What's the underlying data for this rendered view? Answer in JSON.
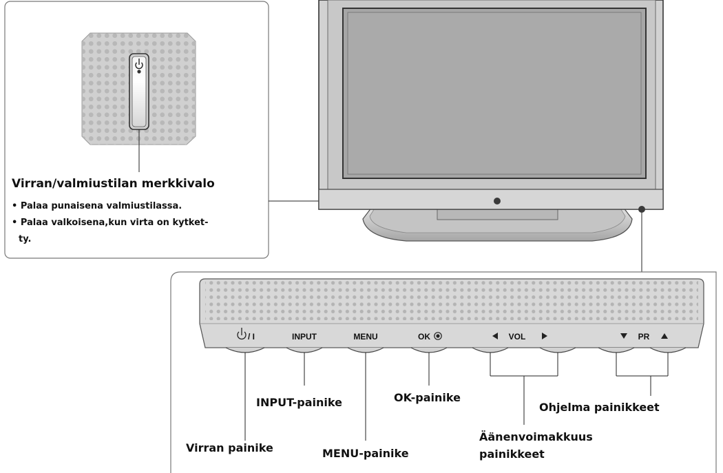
{
  "indicator": {
    "title": "Virran/valmiustilan merkkivalo",
    "bullets": [
      "• Palaa punaisena valmiustilassa.",
      "• Palaa valkoisena,kun virta on kytket-",
      "ty."
    ]
  },
  "panel": {
    "buttons": {
      "power": "⏻/ I",
      "input": "INPUT",
      "menu": "MENU",
      "ok": "OK",
      "vol": "VOL",
      "pr": "PR"
    }
  },
  "callouts": {
    "power": "Virran painike",
    "input": "INPUT-painike",
    "menu": "MENU-painike",
    "ok": "OK-painike",
    "volume_line1": "Äänenvoimakkuus",
    "volume_line2": "painikkeet",
    "program": "Ohjelma painikkeet"
  }
}
